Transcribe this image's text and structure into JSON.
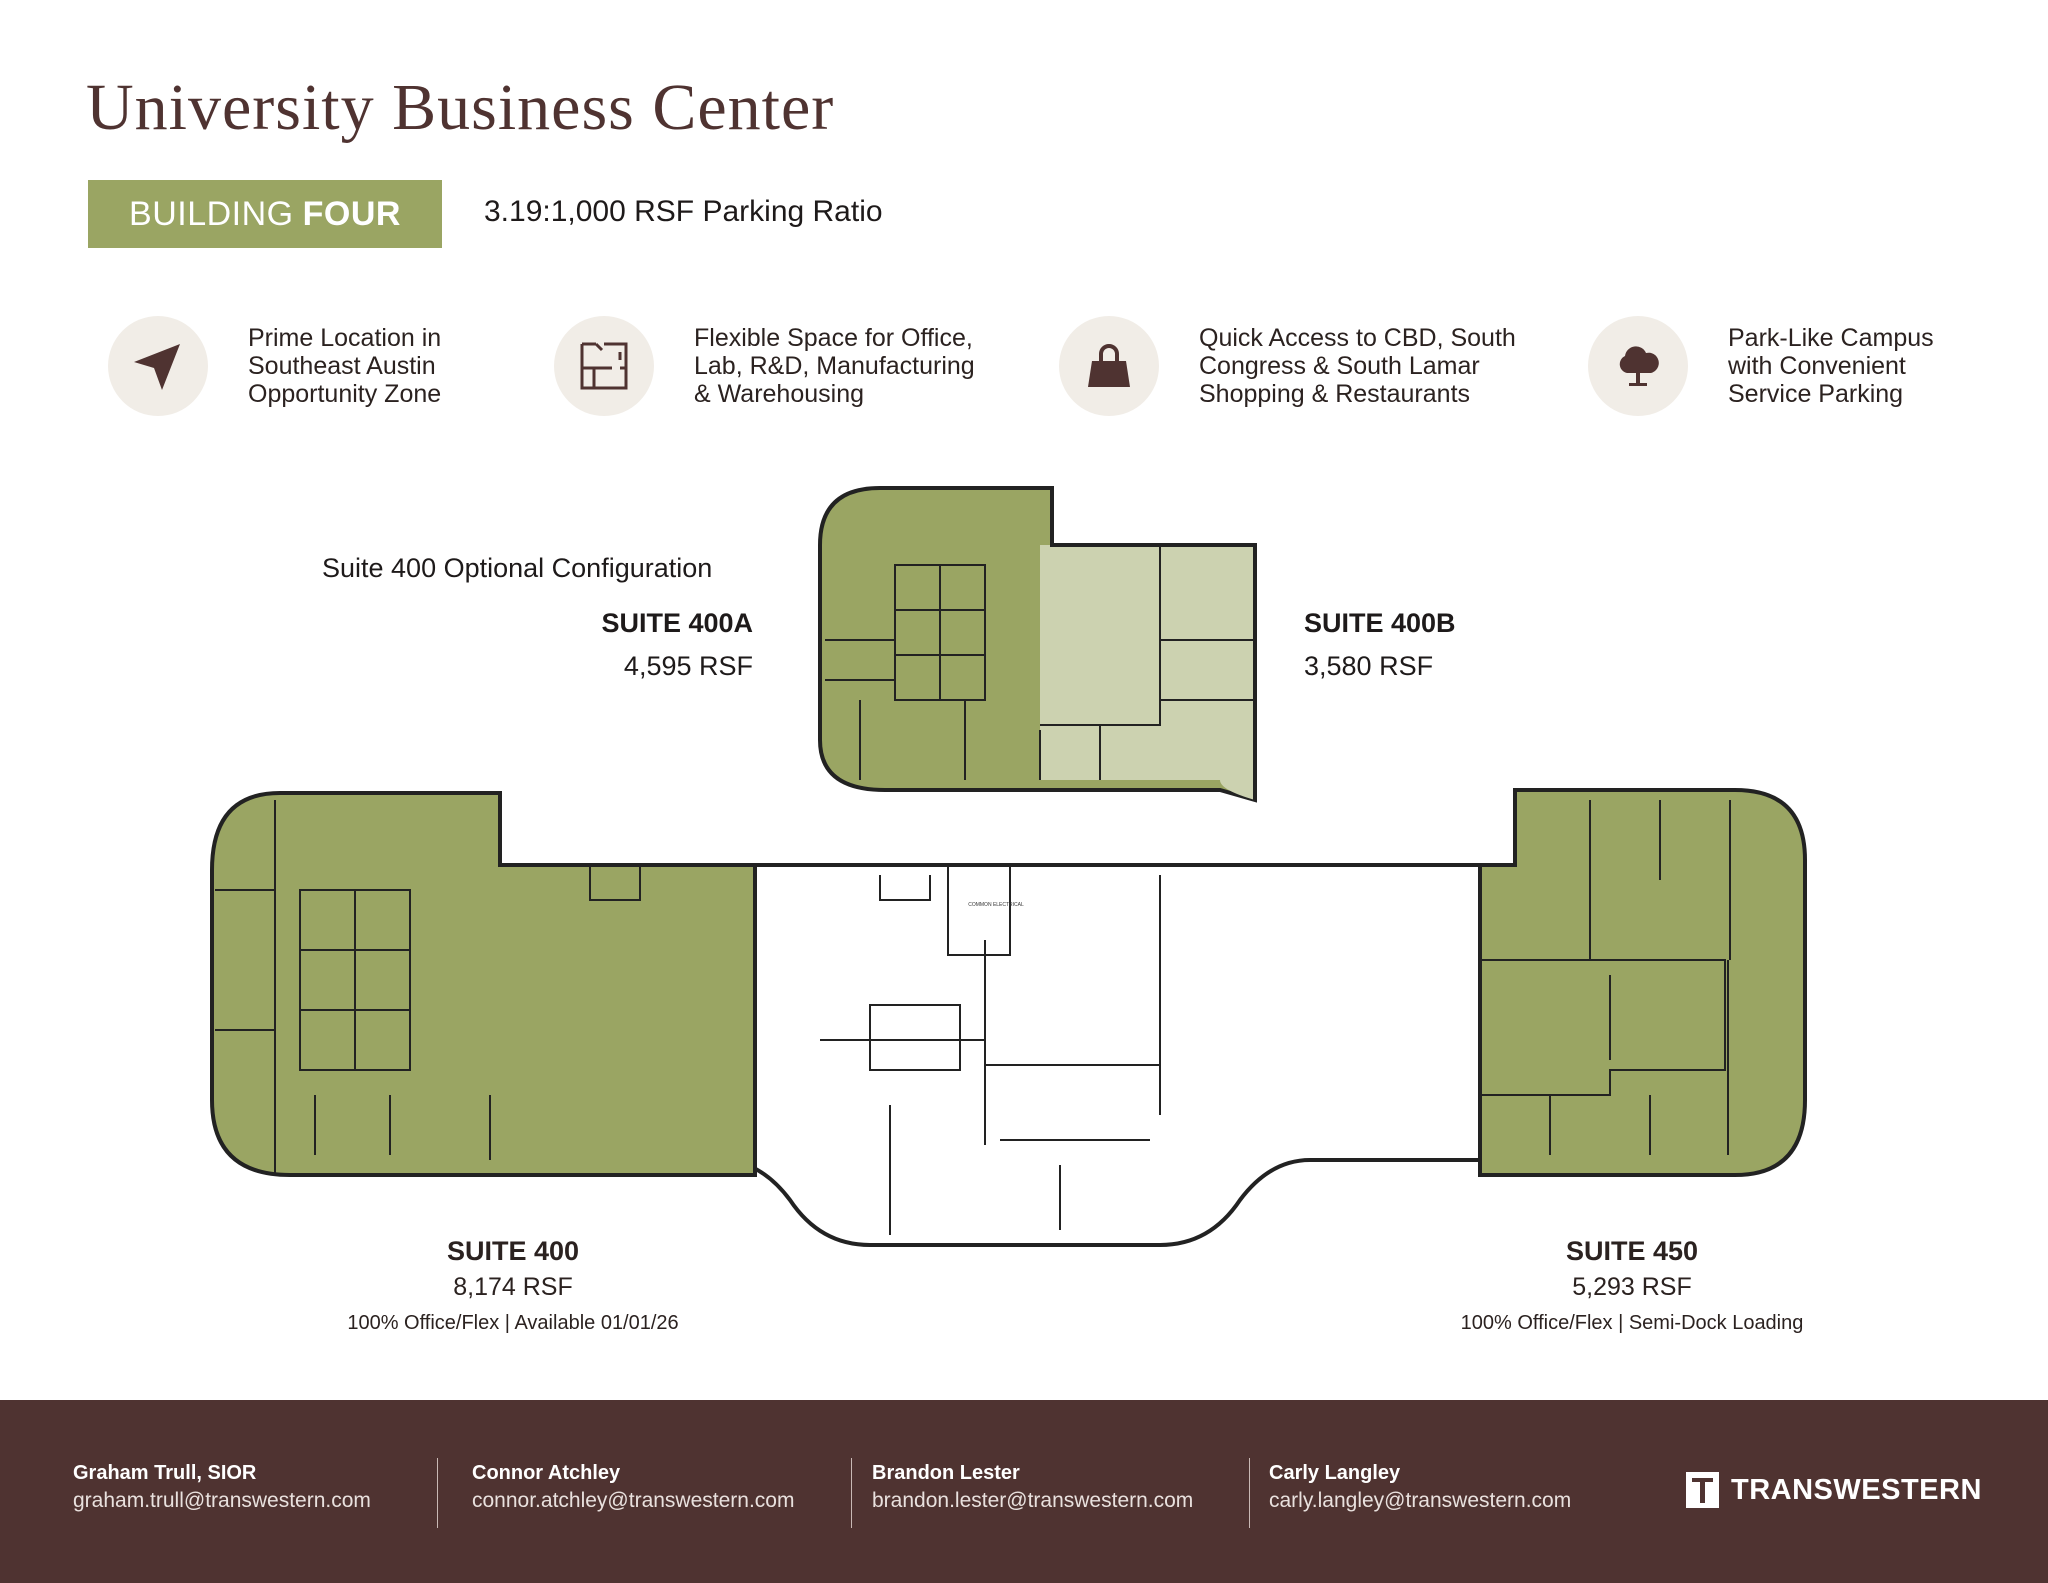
{
  "title": "University Business Center",
  "badge": {
    "light": "BUILDING",
    "bold": "FOUR"
  },
  "parking": "3.19:1,000 RSF Parking Ratio",
  "features": [
    {
      "icon": "navigation-arrow-icon",
      "text": "Prime Location in\nSoutheast Austin\nOpportunity Zone"
    },
    {
      "icon": "floor-plan-icon",
      "text": "Flexible Space for Office,\nLab, R&D, Manufacturing\n& Warehousing"
    },
    {
      "icon": "shopping-bag-icon",
      "text": "Quick Access to CBD, South\nCongress & South Lamar\nShopping & Restaurants"
    },
    {
      "icon": "tree-icon",
      "text": "Park-Like Campus\nwith Convenient\nService Parking"
    }
  ],
  "plan": {
    "optional_config": "Suite 400 Optional Configuration",
    "suite400a": {
      "name": "SUITE 400A",
      "rsf": "4,595 RSF"
    },
    "suite400b": {
      "name": "SUITE 400B",
      "rsf": "3,580 RSF"
    },
    "suite400": {
      "name": "SUITE 400",
      "rsf": "8,174 RSF",
      "note": "100% Office/Flex | Available 01/01/26"
    },
    "suite450": {
      "name": "SUITE 450",
      "rsf": "5,293 RSF",
      "note": "100% Office/Flex | Semi-Dock Loading"
    },
    "common_electrical": "COMMON ELECTRICAL"
  },
  "colors": {
    "brand_brown": "#4f3331",
    "green": "#9aa563",
    "light_green": "#ccd2b0",
    "icon_bg": "#f1ede7"
  },
  "contacts": [
    {
      "name": "Graham Trull, SIOR",
      "email": "graham.trull@transwestern.com"
    },
    {
      "name": "Connor Atchley",
      "email": "connor.atchley@transwestern.com"
    },
    {
      "name": "Brandon Lester",
      "email": "brandon.lester@transwestern.com"
    },
    {
      "name": "Carly Langley",
      "email": "carly.langley@transwestern.com"
    }
  ],
  "logo": "TRANSWESTERN"
}
